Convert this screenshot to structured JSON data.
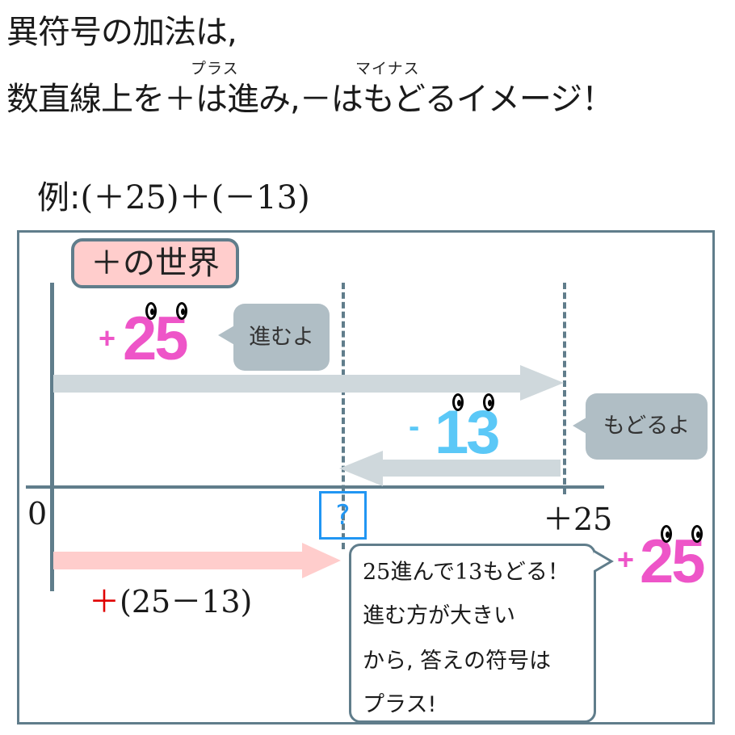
{
  "heading": {
    "line1": "異符号の加法は,",
    "line2_part1": "数直線上を",
    "plus_sign": "＋",
    "plus_ruby": "プラス",
    "line2_part2": "は進み,",
    "minus_sign": "－",
    "minus_ruby": "マイナス",
    "line2_part3": "はもどるイメージ！"
  },
  "example": {
    "label": "例:",
    "expression": "(＋25)＋(－13)"
  },
  "diagram": {
    "world_label": "＋の世界",
    "first_number": {
      "sign": "+",
      "value": "25"
    },
    "first_bubble": "進むよ",
    "second_number": {
      "sign": "-",
      "value": "13"
    },
    "second_bubble": "もどるよ",
    "axis_labels": {
      "zero": "0",
      "end": "＋25",
      "unknown": "?"
    },
    "result_expression": {
      "sign": "＋",
      "body": "(25－13)"
    },
    "explanation_lines": [
      "25進んで13もどる！",
      "進む方が大きい",
      "から, 答えの符号は",
      "プラス!"
    ],
    "result_number": {
      "sign": "+",
      "value": "25"
    },
    "colors": {
      "frame": "#607d8b",
      "plus_pink": "#ee55c8",
      "minus_blue": "#5bc8f7",
      "world_bg": "#ffcdcc",
      "arrow_gray": "#cfd8dc",
      "arrow_pink": "#ffcdcc",
      "bubble_gray": "#b0bec5",
      "question_blue": "#2196f3",
      "plus_red": "#e00000"
    }
  }
}
